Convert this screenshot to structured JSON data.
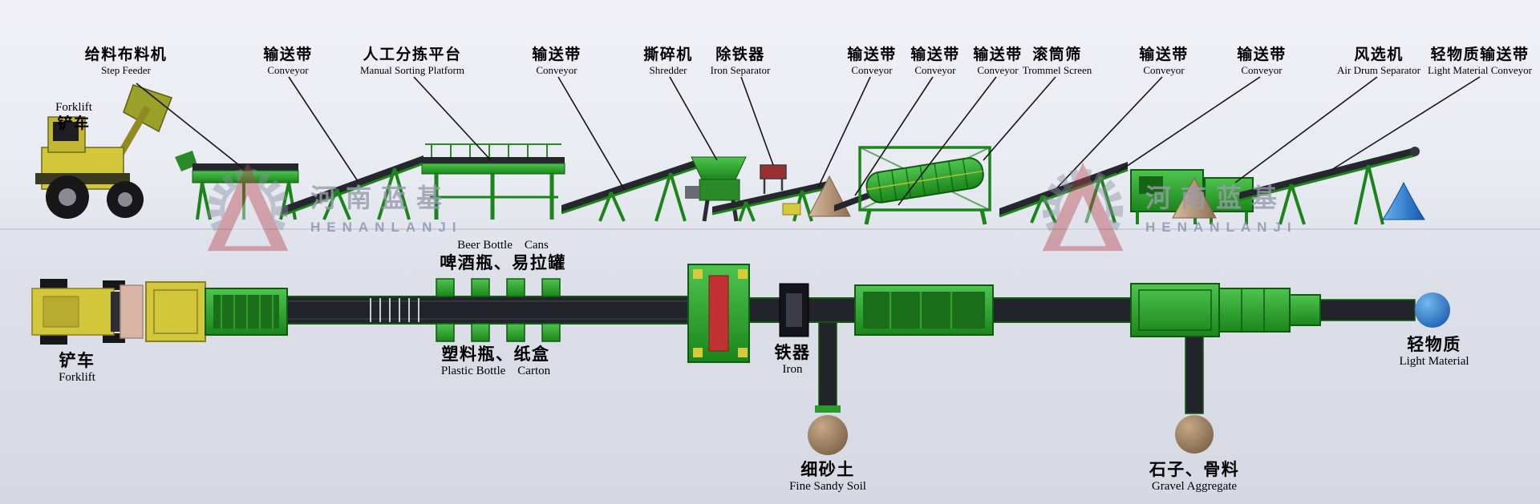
{
  "watermark": {
    "cn": "河南蓝基",
    "en": "HENANLANJI"
  },
  "side_view": {
    "forklift": {
      "en": "Forklift",
      "cn": "铲车"
    },
    "labels": [
      {
        "id": "step-feeder",
        "cn": "给料布料机",
        "en": "Step Feeder"
      },
      {
        "id": "conveyor-1",
        "cn": "输送带",
        "en": "Conveyor"
      },
      {
        "id": "manual-sorting-platform",
        "cn": "人工分拣平台",
        "en": "Manual Sorting Platform"
      },
      {
        "id": "conveyor-2",
        "cn": "输送带",
        "en": "Conveyor"
      },
      {
        "id": "shredder",
        "cn": "撕碎机",
        "en": "Shredder"
      },
      {
        "id": "iron-separator",
        "cn": "除铁器",
        "en": "Iron Separator"
      },
      {
        "id": "conveyor-3",
        "cn": "输送带",
        "en": "Conveyor"
      },
      {
        "id": "conveyor-4",
        "cn": "输送带",
        "en": "Conveyor"
      },
      {
        "id": "conveyor-5",
        "cn": "输送带",
        "en": "Conveyor"
      },
      {
        "id": "trommel-screen",
        "cn": "滚筒筛",
        "en": "Trommel Screen"
      },
      {
        "id": "conveyor-6",
        "cn": "输送带",
        "en": "Conveyor"
      },
      {
        "id": "conveyor-7",
        "cn": "输送带",
        "en": "Conveyor"
      },
      {
        "id": "air-drum-separator",
        "cn": "风选机",
        "en": "Air Drum Separator"
      },
      {
        "id": "light-material-conveyor",
        "cn": "轻物质输送带",
        "en": "Light Material Conveyor"
      }
    ]
  },
  "plan_view": {
    "forklift": {
      "cn": "铲车",
      "en": "Forklift"
    },
    "beer_bottle_cans": {
      "en": "Beer Bottle    Cans",
      "cn": "啤酒瓶、易拉罐"
    },
    "plastic_bottle_carton": {
      "cn": "塑料瓶、纸盒",
      "en": "Plastic Bottle    Carton"
    },
    "iron": {
      "cn": "铁器",
      "en": "Iron"
    },
    "fine_sandy_soil": {
      "cn": "细砂土",
      "en": "Fine Sandy Soil"
    },
    "gravel_aggregate": {
      "cn": "石子、骨料",
      "en": "Gravel Aggregate"
    },
    "light_material": {
      "cn": "轻物质",
      "en": "Light Material"
    }
  },
  "colors": {
    "machine_green": "#2f9e2f",
    "belt_dark": "#23232b",
    "forklift_yellow": "#d2c63a",
    "pile_tan": "#b59a7c",
    "sphere_brown": "#9a7c5e",
    "sphere_blue": "#2a7ad4",
    "watermark_red": "#b5484f"
  }
}
